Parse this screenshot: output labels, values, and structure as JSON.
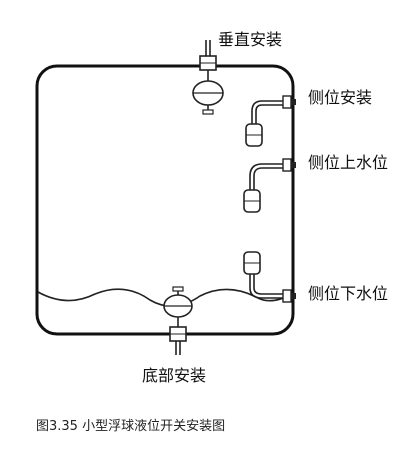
{
  "labels": {
    "vertical": "垂直安装",
    "side": "侧位安装",
    "side_upper": "侧位上水位",
    "side_lower": "侧位下水位",
    "bottom": "底部安装"
  },
  "caption": "图3.35  小型浮球液位开关安装图"
}
